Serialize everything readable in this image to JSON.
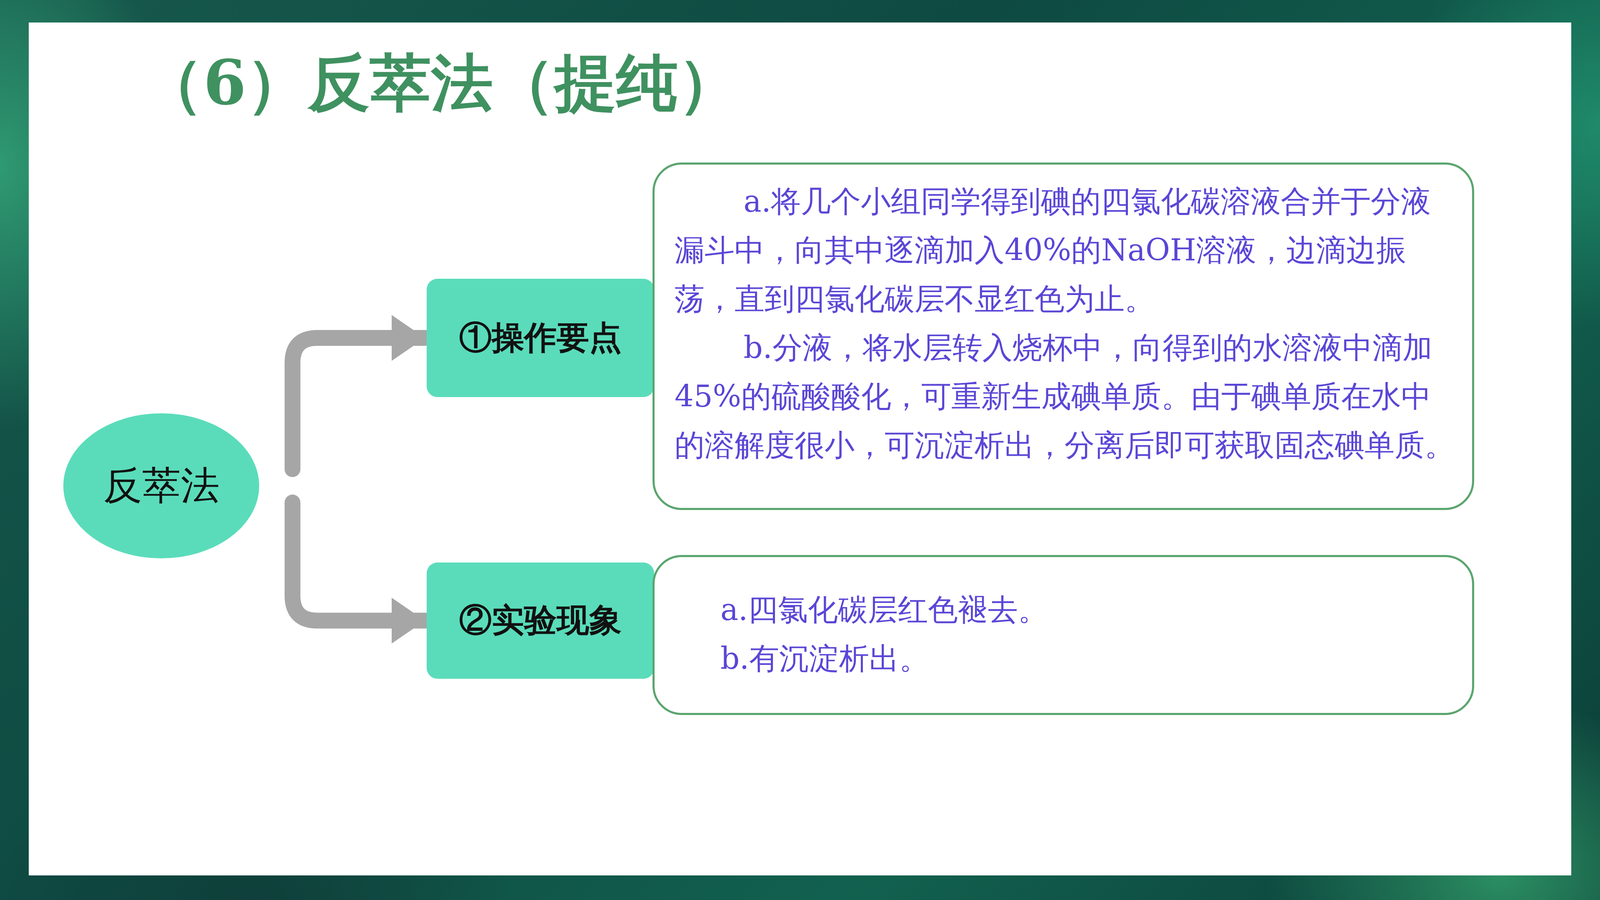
{
  "diagram": {
    "title": "（6）反萃法（提纯）",
    "nodes": [
      {
        "text": [
          "反萃法"
        ]
      },
      {
        "text": [
          "①操作要点"
        ]
      },
      {
        "text": [
          "a.将几个小组同学得到碘的四氯化碳溶液合并于分液漏斗中，向其中逐滴加入40%的NaOH溶液，边滴边振荡，直到四氯化碳层不显红色为止。",
          "b.分液，将水层转入烧杯中，向得到的水溶液中滴加45%的硫酸酸化，可重新生成碘单质。由于碘单质在水中的溶解度很小，可沉淀析出，分离后即可获取固态碘单质。"
        ]
      },
      {
        "text": [
          "②实验现象"
        ]
      },
      {
        "text": [
          "a.四氯化碳层红色褪去。",
          "b.有沉淀析出。"
        ]
      }
    ],
    "edges": [
      {
        "from": 0,
        "to": 1,
        "arrow": "to"
      },
      {
        "from": 0,
        "to": 3,
        "arrow": "to"
      }
    ]
  }
}
